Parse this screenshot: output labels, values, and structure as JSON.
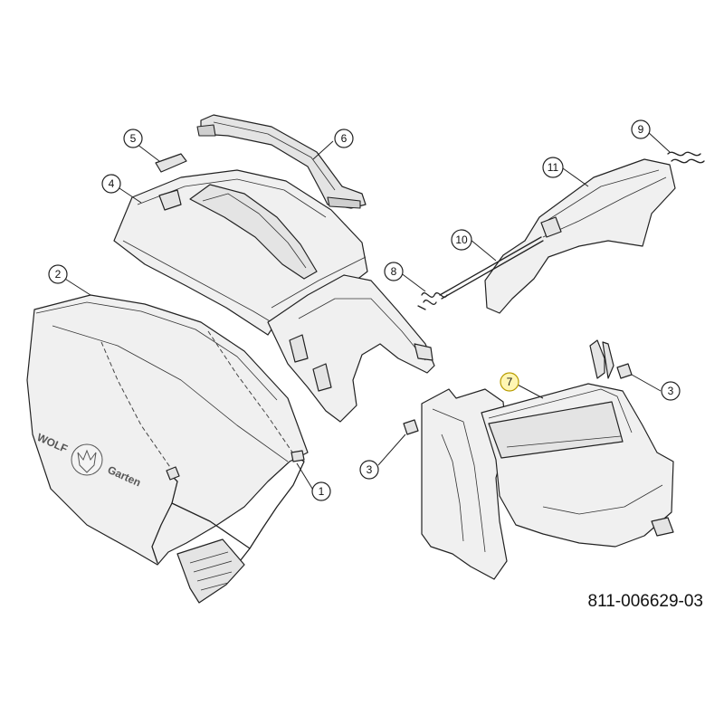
{
  "diagram": {
    "part_number": "811-006629-03",
    "brand": {
      "line1": "WOLF",
      "line2": "Garten"
    },
    "callouts": [
      {
        "id": "c1",
        "label": "1"
      },
      {
        "id": "c2",
        "label": "2"
      },
      {
        "id": "c3a",
        "label": "3"
      },
      {
        "id": "c3b",
        "label": "3"
      },
      {
        "id": "c4",
        "label": "4"
      },
      {
        "id": "c5",
        "label": "5"
      },
      {
        "id": "c6",
        "label": "6"
      },
      {
        "id": "c7",
        "label": "7",
        "highlight": true
      },
      {
        "id": "c8",
        "label": "8"
      },
      {
        "id": "c9",
        "label": "9"
      },
      {
        "id": "c10",
        "label": "10"
      },
      {
        "id": "c11",
        "label": "11"
      }
    ],
    "colors": {
      "line": "#222222",
      "highlight": "#fff6b3",
      "background": "#ffffff"
    }
  }
}
